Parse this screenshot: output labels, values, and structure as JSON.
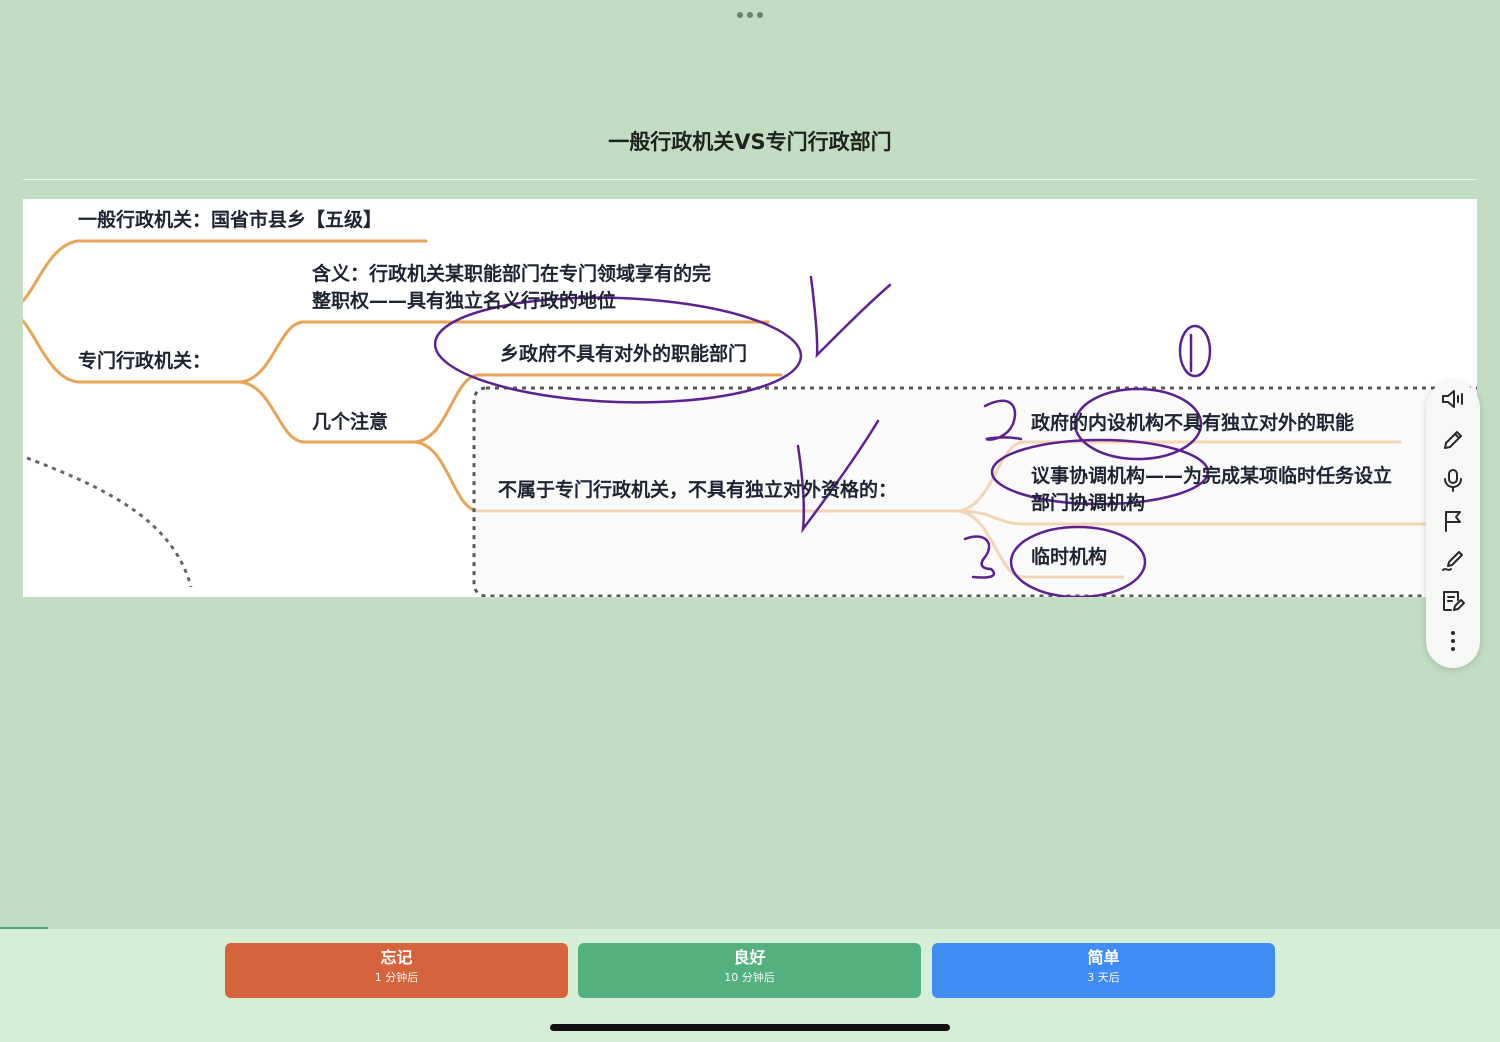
{
  "page": {
    "title": "一般行政机关VS专门行政部门"
  },
  "mindmap": {
    "node_general": "一般行政机关：国省市县乡【五级】",
    "node_special": "专门行政机关：",
    "node_meaning_1": "含义：行政机关某职能部门在专门领域享有的完",
    "node_meaning_2": "整职权——具有独立名义行政的地位",
    "node_notes": "几个注意",
    "node_township": "乡政府不具有对外的职能部门",
    "node_not_belong": "不属于专门行政机关，不具有独立对外资格的：",
    "node_internal": "政府的内设机构不具有独立对外的职能",
    "node_coord_1": "议事协调机构——为完成某项临时任务设立",
    "node_coord_2": "部门协调机构",
    "node_temp": "临时机构"
  },
  "toolbar": {
    "icons": [
      "speaker-icon",
      "pencil-icon",
      "microphone-icon",
      "flag-icon",
      "pen-edit-icon",
      "note-edit-icon",
      "more-vertical-icon"
    ]
  },
  "rating": {
    "again": {
      "label": "忘记",
      "interval": "1 分钟后",
      "color": "#d5643d"
    },
    "good": {
      "label": "良好",
      "interval": "10 分钟后",
      "color": "#52b17c"
    },
    "easy": {
      "label": "简单",
      "interval": "3 天后",
      "color": "#3f8cf5"
    }
  },
  "colors": {
    "background": "#c2ddc1",
    "branch": "#e9a354",
    "ink": "#5d2191"
  }
}
